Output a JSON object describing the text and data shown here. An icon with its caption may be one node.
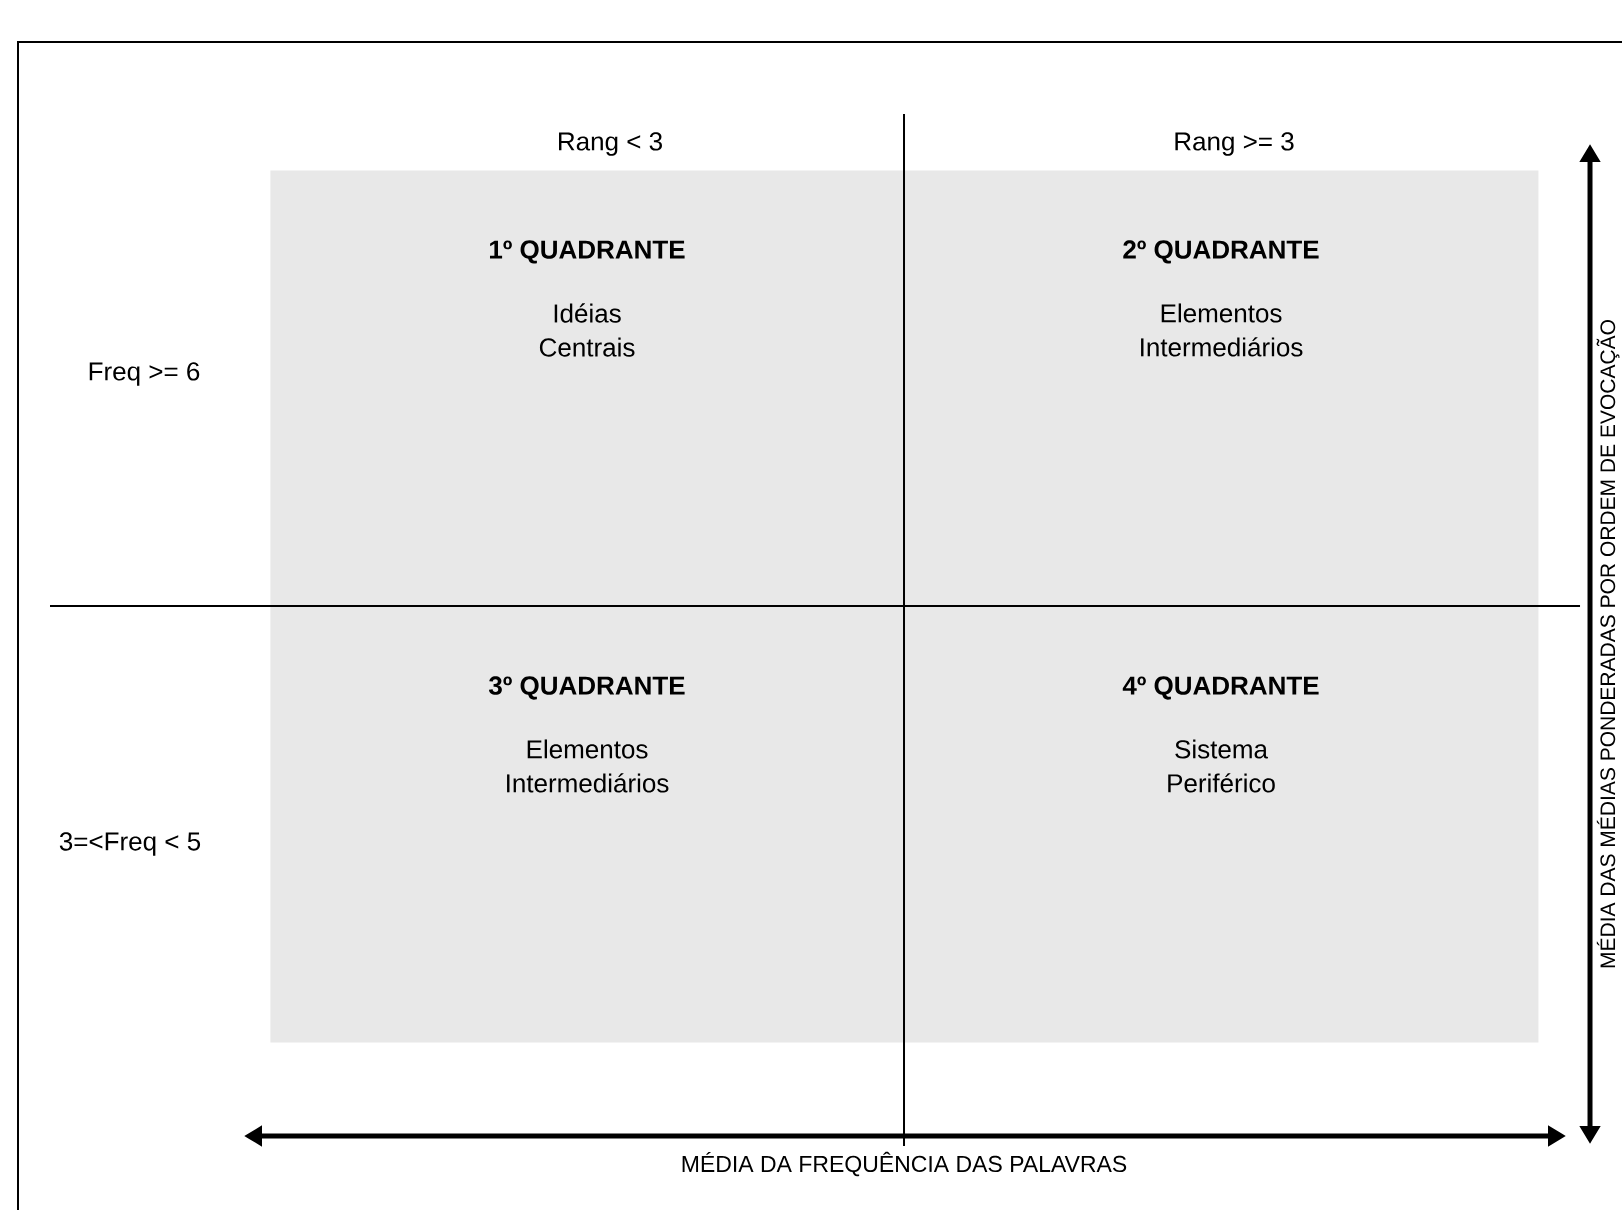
{
  "diagram": {
    "nodes": [
      {
        "text": [
          "1º QUADRANTE",
          "Idéias Centrais"
        ]
      },
      {
        "text": [
          "2º QUADRANTE",
          "Elementos Intermediários"
        ]
      },
      {
        "text": [
          "3º QUADRANTE",
          "Elementos Intermediários"
        ]
      },
      {
        "text": [
          "4º QUADRANTE",
          "Sistema Periférico"
        ]
      }
    ],
    "labels": [
      "Rang < 3",
      "Rang >= 3",
      "MÉDIA DAS MÉDIAS PONDERADAS POR ORDEM DE EVOCAÇÃO",
      "Freq >= 6",
      "3=<Freq < 5",
      "MÉDIA DA FREQUÊNCIA DAS PALAVRAS"
    ]
  }
}
